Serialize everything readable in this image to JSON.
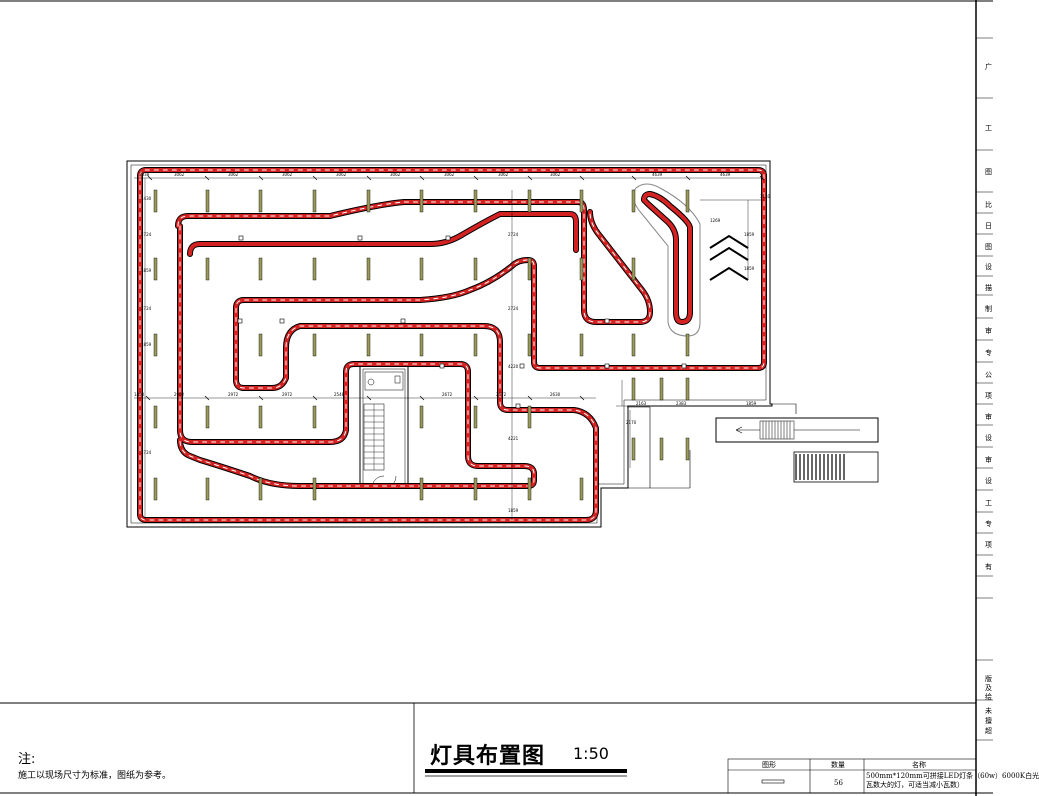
{
  "drawing": {
    "title": "灯具布置图",
    "scale": "1:50"
  },
  "notes": {
    "heading": "注:",
    "text": "施工以现场尺寸为标准，图纸为参考。"
  },
  "legend_table": {
    "headers": [
      "图形",
      "数量",
      "名称"
    ],
    "row": {
      "quantity": "56",
      "name_line1": "500mm*120mm可拼接LED灯条（60w）6000K白光",
      "name_line2": "瓦数大的灯，可适当减小瓦数）"
    }
  },
  "title_block_chars": [
    "广",
    "工",
    "图",
    "比",
    "日",
    "图",
    "设",
    "描",
    "制",
    "审",
    "专",
    "公",
    "项",
    "审",
    "设",
    "审",
    "设",
    "工",
    "专",
    "项",
    "有",
    "版",
    "及",
    "绘",
    "未",
    "擅",
    "超"
  ],
  "dimensions": {
    "top_row": [
      "3338",
      "3062",
      "3062",
      "3062",
      "3062",
      "3062",
      "3062",
      "3062",
      "3062",
      "4639"
    ],
    "middle_row": [
      "1450",
      "2902",
      "2972",
      "2972",
      "2548",
      "2672",
      "2672",
      "2630"
    ],
    "right_lower": [
      "2163",
      "2383",
      "1859"
    ],
    "left_col": [
      "1430",
      "2724",
      "1859",
      "2724",
      "1859",
      "2724"
    ],
    "center_col": [
      "2724",
      "2724",
      "4220",
      "4221",
      "1859"
    ],
    "right_misc": [
      "2170",
      "1269",
      "3131",
      "1859",
      "1859"
    ]
  }
}
